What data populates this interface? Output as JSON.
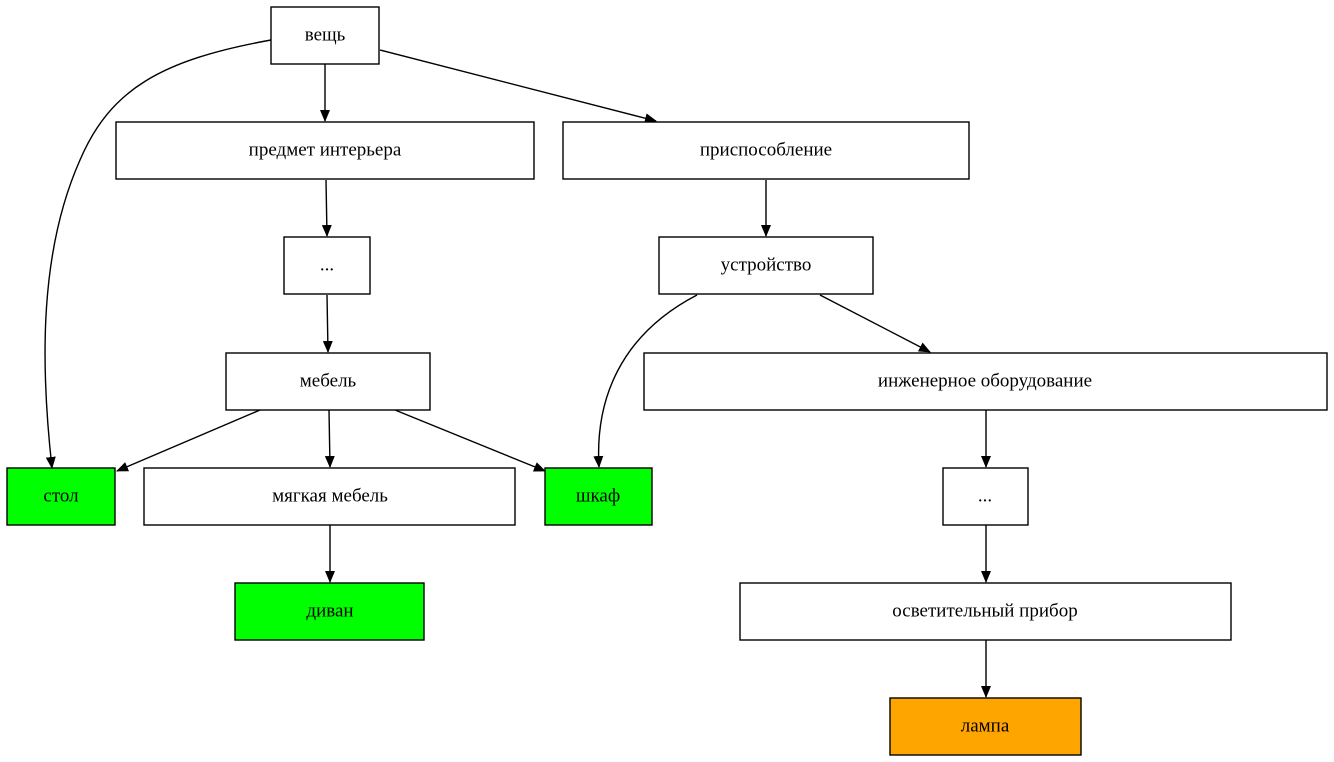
{
  "nodes": {
    "veshch": {
      "label": "вещь",
      "fill": "#ffffff"
    },
    "predmet_interera": {
      "label": "предмет интерьера",
      "fill": "#ffffff"
    },
    "prisposoblenie": {
      "label": "приспособление",
      "fill": "#ffffff"
    },
    "ellipsis_1": {
      "label": "...",
      "fill": "#ffffff"
    },
    "ustroystvo": {
      "label": "устройство",
      "fill": "#ffffff"
    },
    "mebel": {
      "label": "мебель",
      "fill": "#ffffff"
    },
    "inzhenernoe_oborudovanie": {
      "label": "инженерное оборудование",
      "fill": "#ffffff"
    },
    "stol": {
      "label": "стол",
      "fill": "#00ff00"
    },
    "myagkaya_mebel": {
      "label": "мягкая мебель",
      "fill": "#ffffff"
    },
    "shkaf": {
      "label": "шкаф",
      "fill": "#00ff00"
    },
    "ellipsis_2": {
      "label": "...",
      "fill": "#ffffff"
    },
    "divan": {
      "label": "диван",
      "fill": "#00ff00"
    },
    "osvetitelny_pribor": {
      "label": "осветительный прибор",
      "fill": "#ffffff"
    },
    "lampa": {
      "label": "лампа",
      "fill": "#ffa500"
    }
  },
  "edges": [
    {
      "from": "veshch",
      "to": "stol"
    },
    {
      "from": "veshch",
      "to": "predmet_interera"
    },
    {
      "from": "veshch",
      "to": "prisposoblenie"
    },
    {
      "from": "predmet_interera",
      "to": "ellipsis_1"
    },
    {
      "from": "ellipsis_1",
      "to": "mebel"
    },
    {
      "from": "prisposoblenie",
      "to": "ustroystvo"
    },
    {
      "from": "ustroystvo",
      "to": "shkaf"
    },
    {
      "from": "ustroystvo",
      "to": "inzhenernoe_oborudovanie"
    },
    {
      "from": "mebel",
      "to": "stol"
    },
    {
      "from": "mebel",
      "to": "myagkaya_mebel"
    },
    {
      "from": "mebel",
      "to": "shkaf"
    },
    {
      "from": "myagkaya_mebel",
      "to": "divan"
    },
    {
      "from": "inzhenernoe_oborudovanie",
      "to": "ellipsis_2"
    },
    {
      "from": "ellipsis_2",
      "to": "osvetitelny_pribor"
    },
    {
      "from": "osvetitelny_pribor",
      "to": "lampa"
    }
  ]
}
